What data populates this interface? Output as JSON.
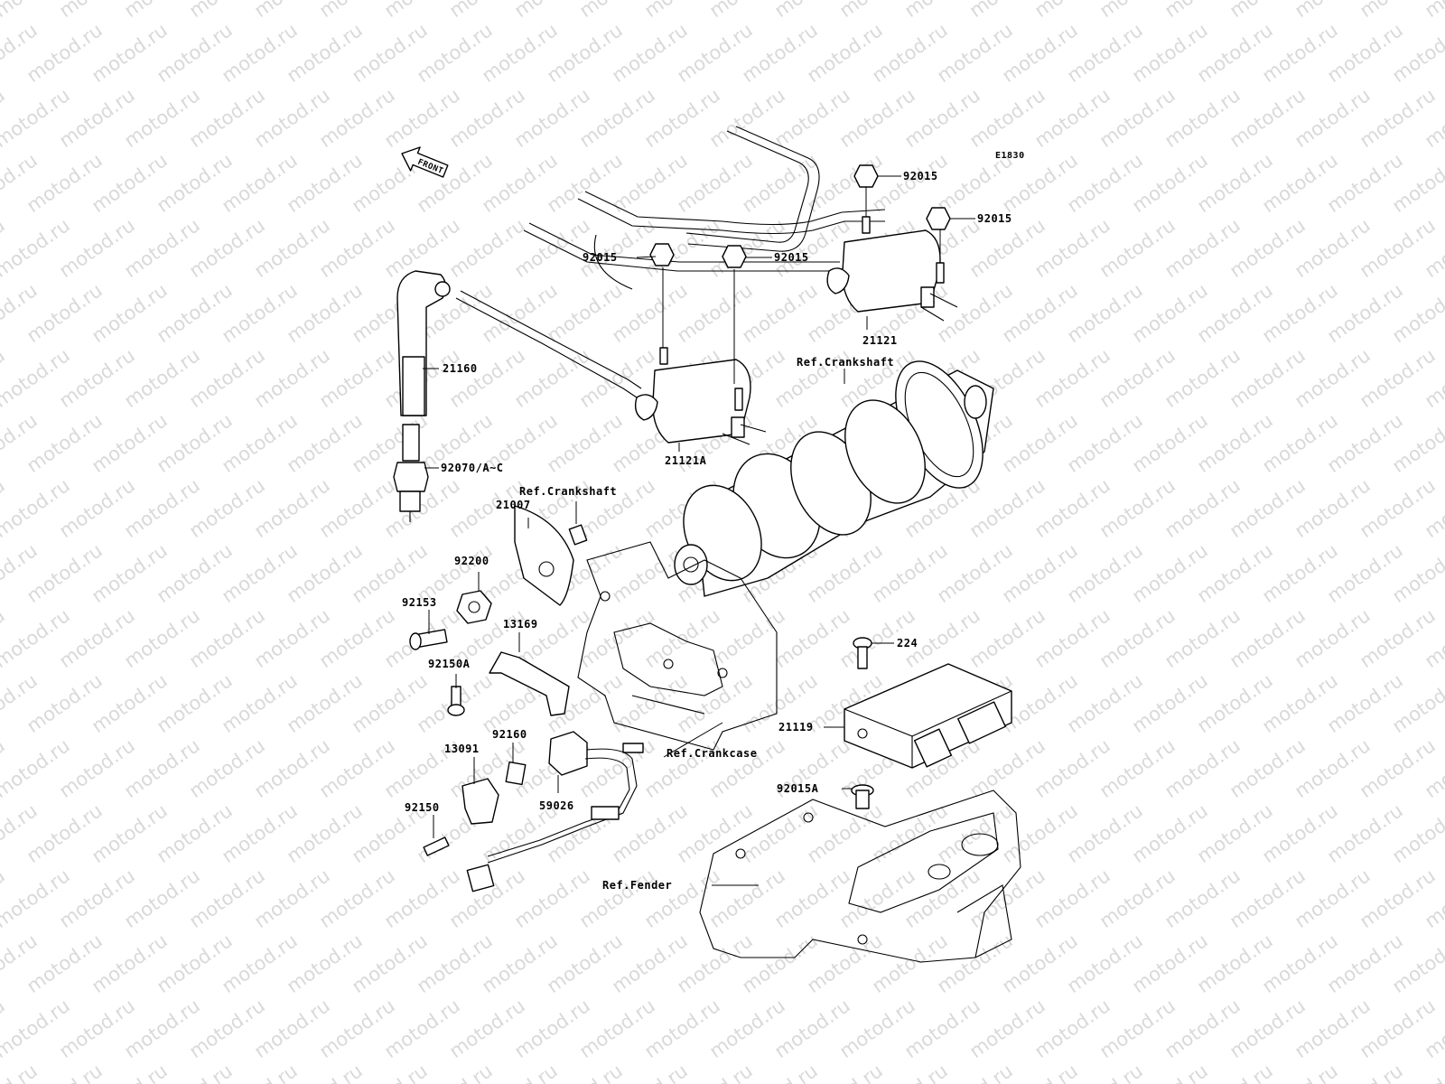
{
  "diagram_code": "E1830",
  "front_label": "FRONT",
  "watermark": "motod.ru",
  "callouts": {
    "c_92015_left": "92015",
    "c_92015_mid": "92015",
    "c_92015_top": "92015",
    "c_92015_right": "92015",
    "c_21121": "21121",
    "c_21121A": "21121A",
    "c_21160": "21160",
    "c_92070": "92070/A~C",
    "c_ref_crankshaft_top": "Ref.Crankshaft",
    "c_ref_crankshaft_mid": "Ref.Crankshaft",
    "c_21007": "21007",
    "c_92200": "92200",
    "c_92153": "92153",
    "c_13169": "13169",
    "c_92150A": "92150A",
    "c_92160": "92160",
    "c_13091": "13091",
    "c_59026": "59026",
    "c_92150": "92150",
    "c_ref_crankcase": "Ref.Crankcase",
    "c_224": "224",
    "c_21119": "21119",
    "c_92015A": "92015A",
    "c_ref_fender": "Ref.Fender"
  }
}
